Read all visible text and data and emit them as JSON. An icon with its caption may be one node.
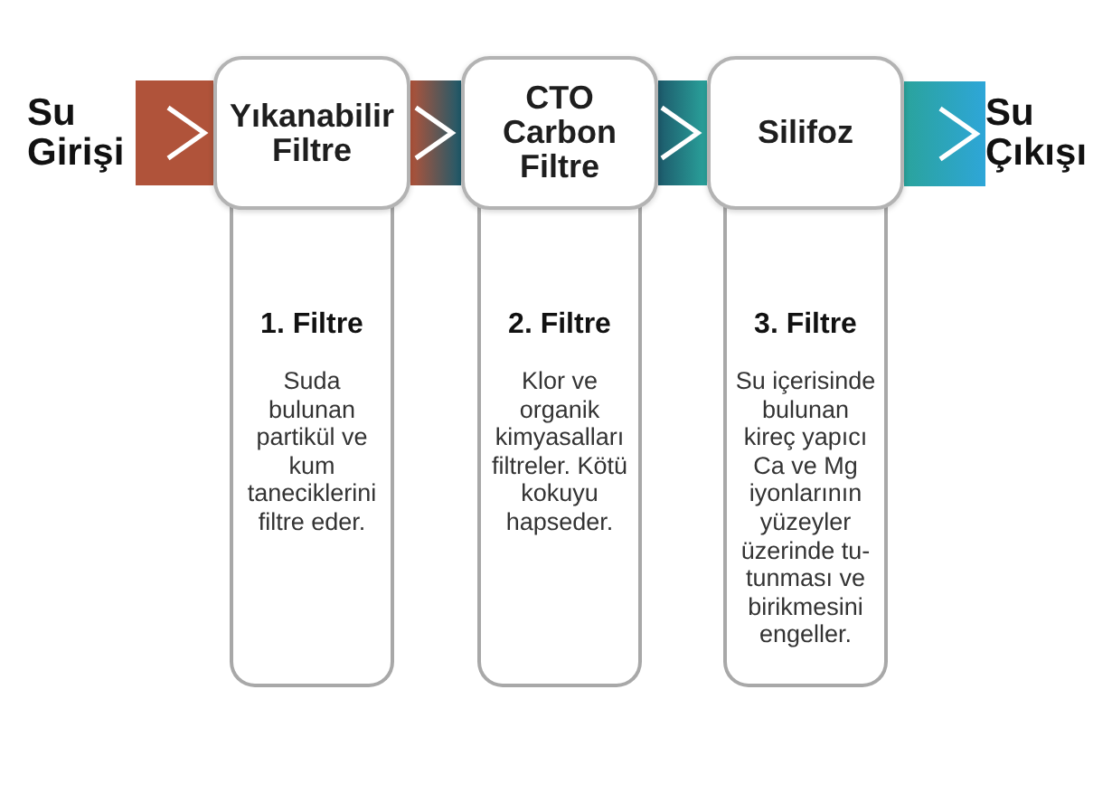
{
  "diagram": {
    "nodes": [
      {
        "text": [
          "Su Girişi"
        ]
      },
      {
        "text": [
          "Yıkanabilir Filtre"
        ]
      },
      {
        "text": [
          "CTO Carbon Filtre"
        ]
      },
      {
        "text": [
          "Silifoz"
        ]
      },
      {
        "text": [
          "Su Çıkışı"
        ]
      },
      {
        "text": [
          "1. Filtre",
          "Suda bulunan partikül ve kum taneciklerini filtre eder."
        ]
      },
      {
        "text": [
          "2. Filtre",
          "Klor ve organik kimyasalları filtreler. Kötü kokuyu hapseder."
        ]
      },
      {
        "text": [
          "3. Filtre",
          "Su içerisinde bulunan kireç yapıcı Ca ve Mg iyonlarının yüzeyler üzerinde tu- tunması ve birikmesini engeller."
        ]
      }
    ],
    "edges": [
      {
        "from": 0,
        "to": 1,
        "arrow": "to",
        "color": "#b0533a"
      },
      {
        "from": 1,
        "to": 2,
        "arrow": "to",
        "color": "#1d5a6b"
      },
      {
        "from": 2,
        "to": 3,
        "arrow": "to",
        "color": "#2aa39c"
      },
      {
        "from": 3,
        "to": 4,
        "arrow": "to",
        "color": "#2ea6d8"
      }
    ]
  }
}
